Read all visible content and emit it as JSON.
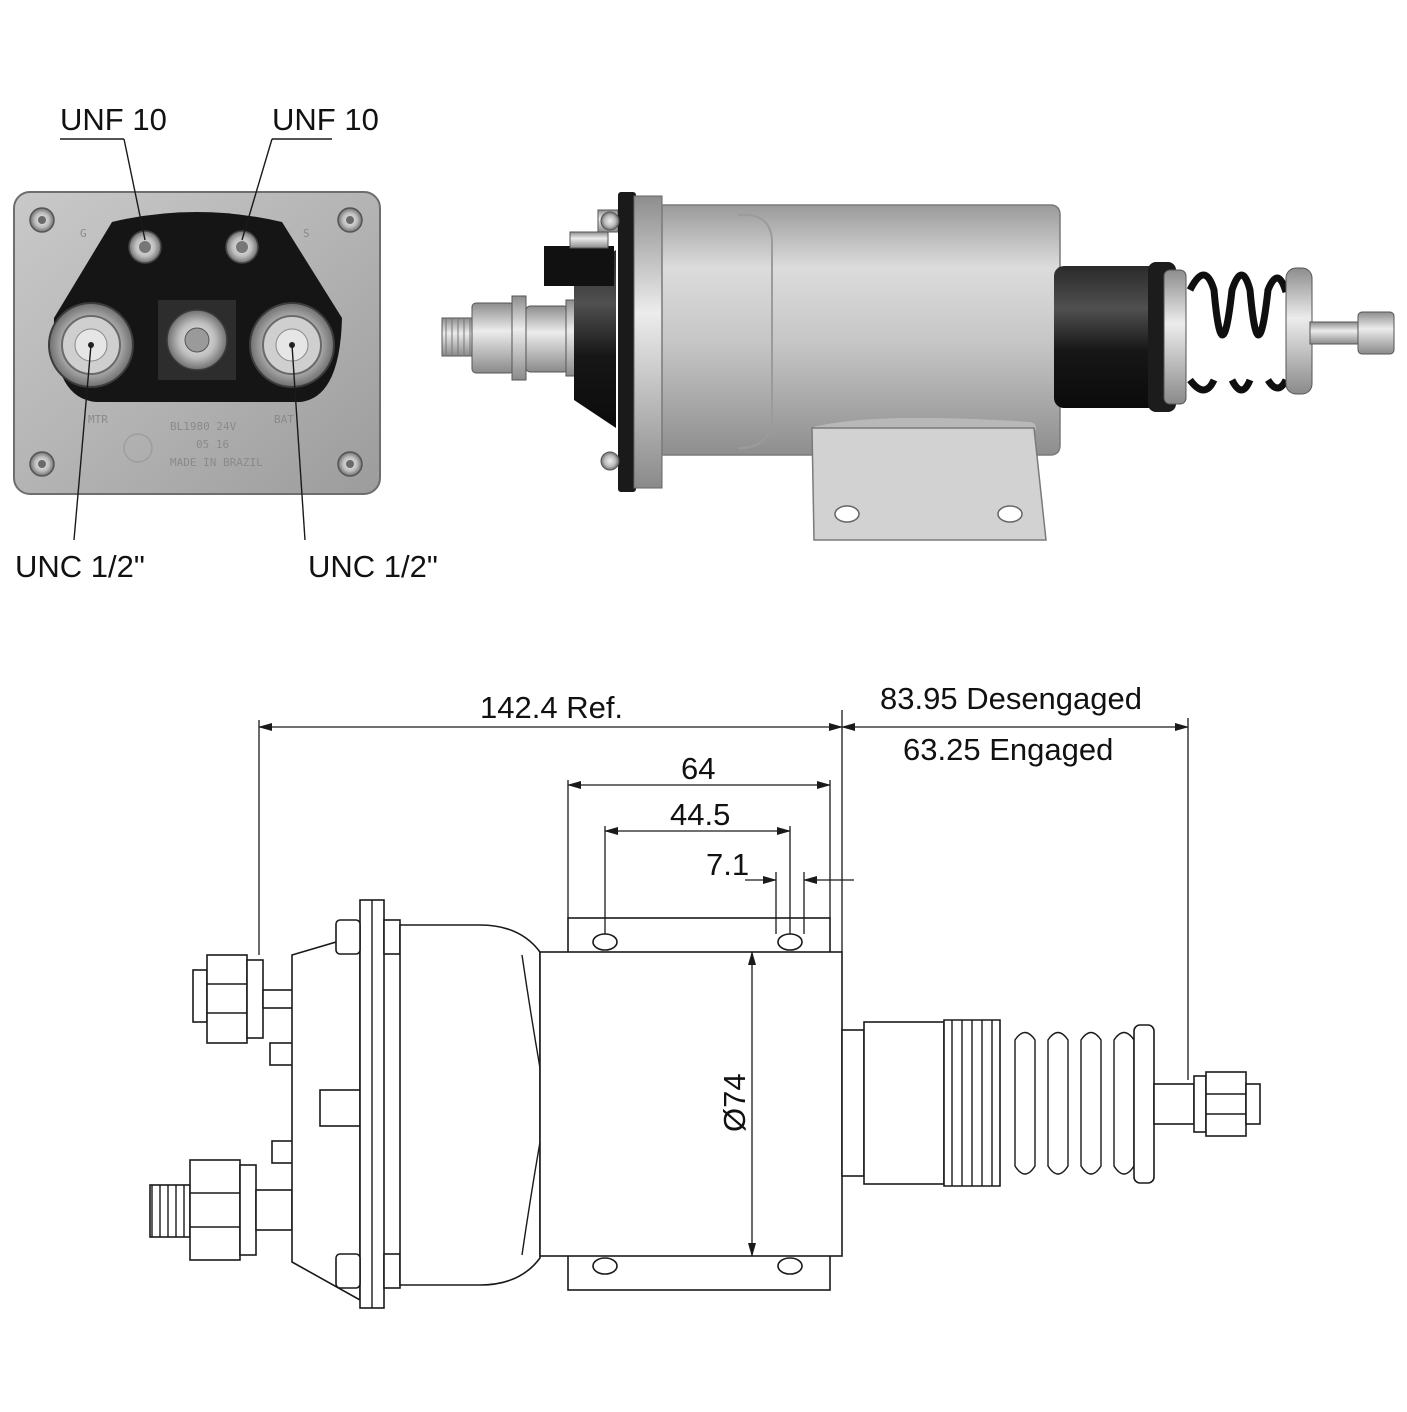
{
  "colors": {
    "steel_light": "#d6d6d6",
    "steel_mid": "#a9a9a9",
    "steel_dark": "#7b7b7b",
    "bakelite": "#141414",
    "line": "#1a1a1a"
  },
  "terminal_view": {
    "callouts": {
      "top_left": "UNF 10",
      "top_right": "UNF 10",
      "bottom_left": "UNC 1/2\"",
      "bottom_right": "UNC 1/2\""
    },
    "stamps": {
      "left_terminal": "MTR",
      "right_terminal": "BAT",
      "part_line": "BL1980 24V",
      "date_line": "05 16",
      "origin_line": "MADE IN BRAZIL",
      "small_left": "G",
      "small_right": "S"
    }
  },
  "drawing": {
    "dimensions": {
      "overall": "142.4 Ref.",
      "stroke_disengaged": "83.95 Desengaged",
      "stroke_engaged": "63.25 Engaged",
      "bracket_width": "64",
      "hole_spacing": "44.5",
      "hole_offset": "7.1",
      "diameter": "Ø74"
    }
  }
}
